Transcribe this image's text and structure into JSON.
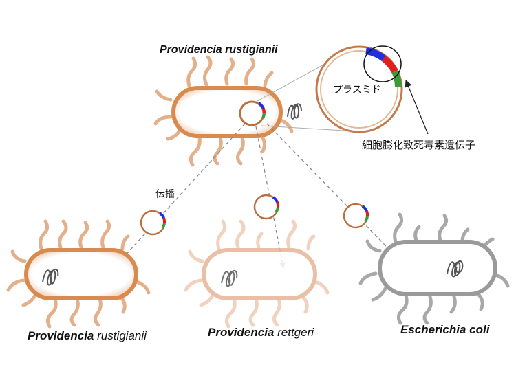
{
  "labels": {
    "top_species": "Providencia rustigianii",
    "plasmid": "プラスミド",
    "toxin_gene": "細胞膨化致死毒素遺伝子",
    "transfer": "伝播",
    "bottom_left_genus": "Providencia",
    "bottom_left_species": "rustigianii",
    "bottom_mid_genus": "Providencia",
    "bottom_mid_species": "rettgeri",
    "bottom_right": "Escherichia coli"
  },
  "colors": {
    "orange_membrane": "#d98a4e",
    "light_orange_membrane": "#e6b596",
    "gray_membrane": "#9a9a9a",
    "gene_blue": "#1f2fe0",
    "gene_red": "#e0201f",
    "gene_green": "#3c9a3a",
    "arrow_gray": "#888888"
  }
}
